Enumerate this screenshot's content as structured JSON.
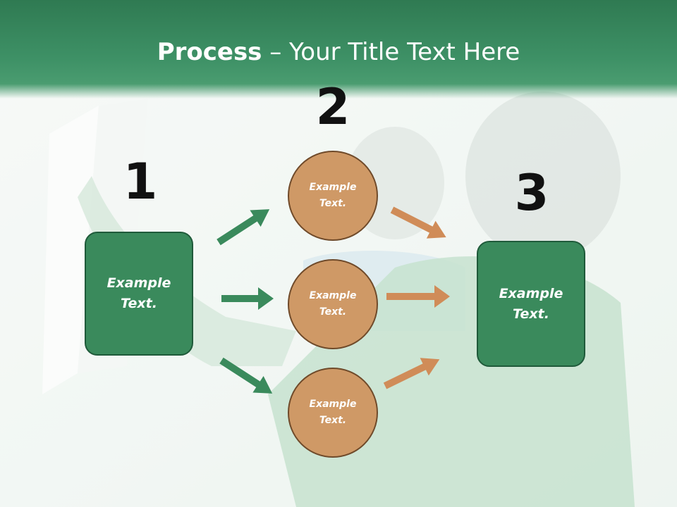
{
  "title": {
    "bold": "Process",
    "rest": " – Your Title Text Here"
  },
  "steps": {
    "one": "1",
    "two": "2",
    "three": "3"
  },
  "left_box": {
    "text": "Example\nText."
  },
  "right_box": {
    "text": "Example\nText."
  },
  "circles": [
    {
      "text": "Example\nText."
    },
    {
      "text": "Example\nText."
    },
    {
      "text": "Example\nText."
    }
  ],
  "colors": {
    "green": "#3a8a5c",
    "orange": "#cf9966",
    "green_arrow": "#3a8a5c",
    "orange_arrow": "#d08c58"
  }
}
